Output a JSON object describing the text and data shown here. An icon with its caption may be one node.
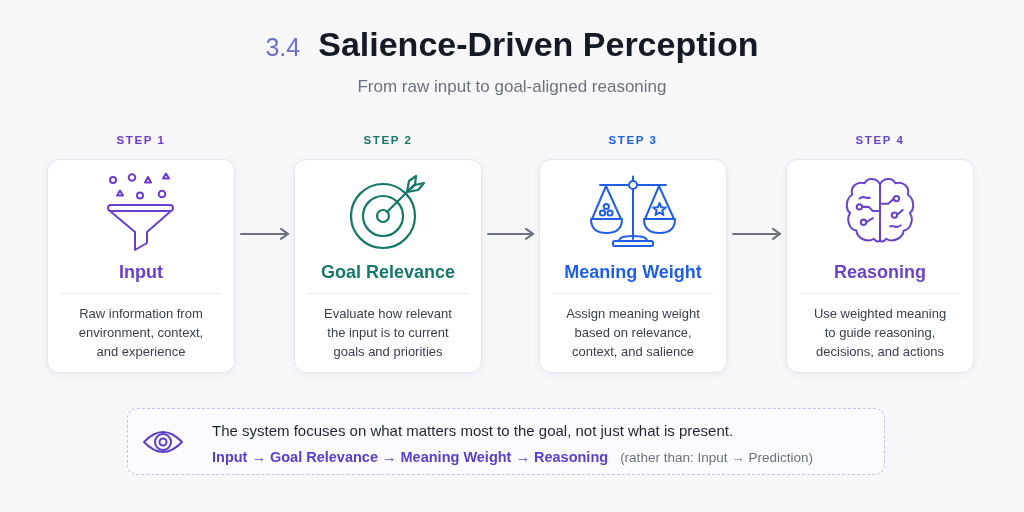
{
  "diagram": {
    "title": "Salience-Driven Perception",
    "nodes": [
      {
        "text": [
          "STEP 1",
          "Input",
          "Raw information from environment, context, and experience"
        ]
      },
      {
        "text": [
          "STEP 2",
          "Goal Relevance",
          "Evaluate how relevant the input is to current goals and priorities"
        ]
      },
      {
        "text": [
          "STEP 3",
          "Meaning Weight",
          "Assign meaning weight based on relevance, context, and salience"
        ]
      },
      {
        "text": [
          "STEP 4",
          "Reasoning",
          "Use weighted meaning to guide reasoning, decisions, and actions"
        ]
      },
      {
        "text": [
          "The system focuses on what matters most to the goal, not just what is present.",
          "Input → Goal Relevance → Meaning Weight → Reasoning",
          "(rather than: Input → Prediction)"
        ]
      }
    ],
    "edges": [
      {
        "from": 0,
        "to": 1,
        "arrow": "to"
      },
      {
        "from": 1,
        "to": 2,
        "arrow": "to"
      },
      {
        "from": 2,
        "to": 3,
        "arrow": "to"
      }
    ],
    "labels": [
      "3.4",
      "From raw input to goal-aligned reasoning"
    ]
  }
}
